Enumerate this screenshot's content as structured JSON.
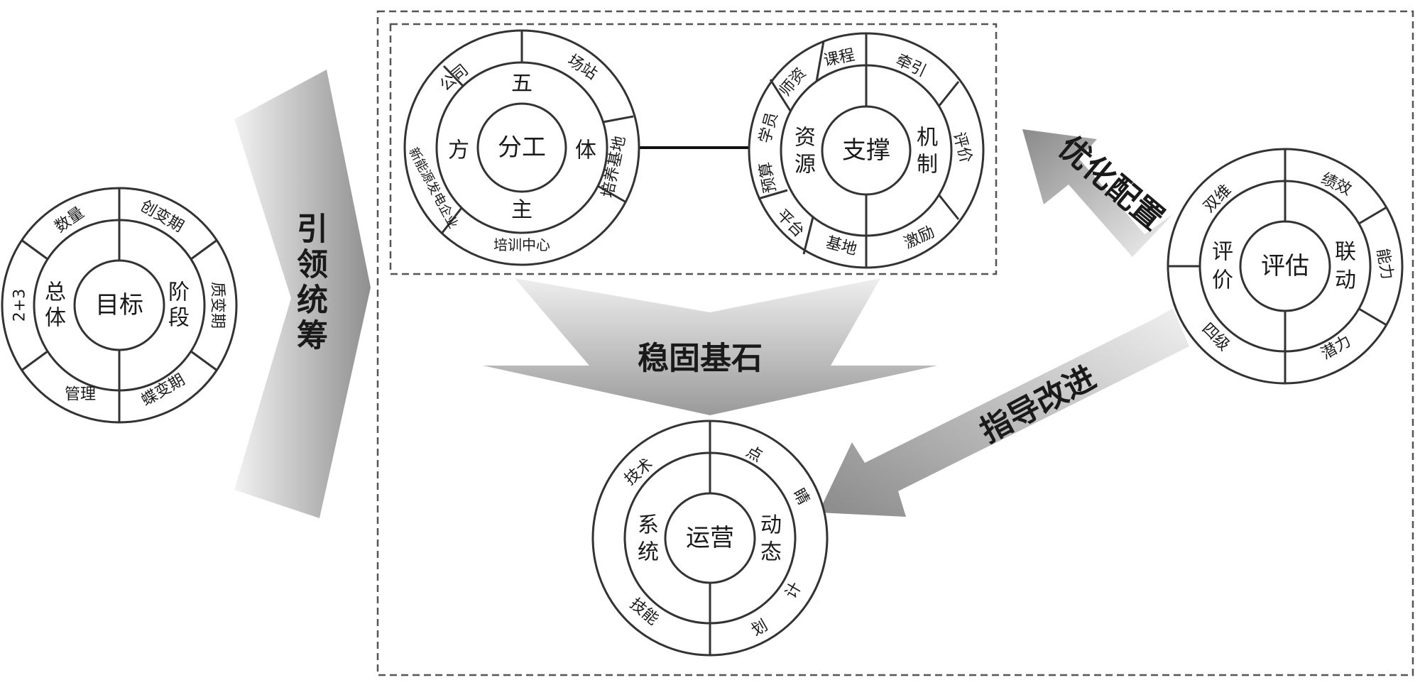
{
  "colors": {
    "arrow_light": "#e8e8e8",
    "arrow_dark": "#8a8a8a",
    "stroke": "#333333"
  },
  "arrows": {
    "lead": "引领统筹",
    "stable": "稳固基石",
    "optimize": "优化配置",
    "guide": "指导改进"
  },
  "goal": {
    "center": "目标",
    "left_mid": "总体",
    "right_mid": "阶段",
    "outer": [
      "数量",
      "创变期",
      "2+3",
      "质变期",
      "管理",
      "蝶变期"
    ]
  },
  "division": {
    "center": "分工",
    "mid": [
      "五",
      "方",
      "体",
      "主"
    ],
    "outer": [
      "公司",
      "场站",
      "新能源发电企业",
      "培养基地",
      "培训中心"
    ]
  },
  "support": {
    "center": "支撑",
    "left_mid": "资源",
    "right_mid": "机制",
    "outer": [
      "课程",
      "师资",
      "学员",
      "预算",
      "平台",
      "基地",
      "牵引",
      "评价",
      "激励"
    ]
  },
  "evaluation": {
    "center": "评估",
    "left_mid": "评价",
    "right_mid": "联动",
    "outer": [
      "双维",
      "四级",
      "绩效",
      "能力",
      "潜力"
    ]
  },
  "operation": {
    "center": "运营",
    "left_mid": "系统",
    "right_mid": "动态",
    "outer": [
      "技术",
      "技能",
      "点",
      "睛",
      "计",
      "划"
    ]
  }
}
